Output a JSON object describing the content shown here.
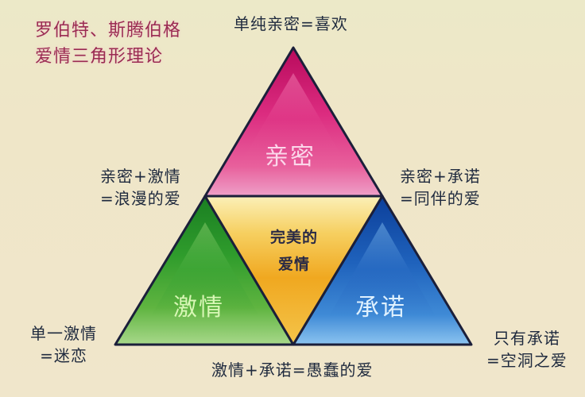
{
  "title": {
    "line1": "罗伯特、斯腾伯格",
    "line2": "爱情三角形理论"
  },
  "triangles": {
    "top": {
      "label": "亲密",
      "color": "#d81b72"
    },
    "left": {
      "label": "激情",
      "color": "#2f9a2a"
    },
    "right": {
      "label": "承诺",
      "color": "#1a5db8"
    },
    "center": {
      "line1": "完美的",
      "line2": "爱情",
      "color": "#f0b020"
    }
  },
  "annotations": {
    "top": "单纯亲密=喜欢",
    "upper_left": {
      "line1": "亲密+激情",
      "line2": "=浪漫的爱"
    },
    "upper_right": {
      "line1": "亲密+承诺",
      "line2": "=同伴的爱"
    },
    "bottom_left": {
      "line1": "单一激情",
      "line2": "=迷恋"
    },
    "bottom_right": {
      "line1": "只有承诺",
      "line2": "=空洞之爱"
    },
    "bottom": "激情+承诺=愚蠢的爱"
  },
  "colors": {
    "background": "#efe8c9",
    "title_text": "#9a2b52",
    "label_text": "#1f2a3e",
    "outline": "#1b1f3a"
  }
}
